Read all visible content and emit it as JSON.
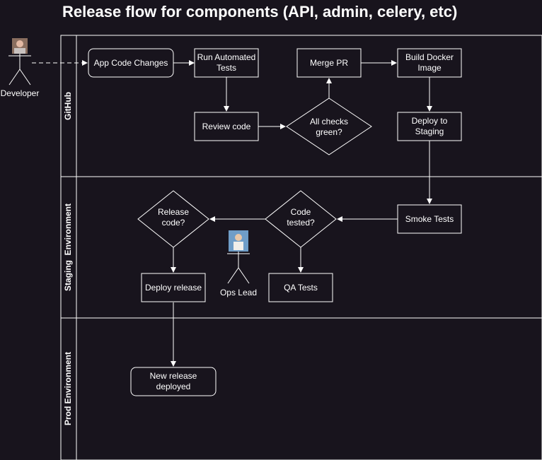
{
  "title": "Release flow for components (API, admin, celery, etc)",
  "lanes": [
    {
      "id": "github",
      "label": "GitHub"
    },
    {
      "id": "staging",
      "label": "Staging  Environment"
    },
    {
      "id": "prod",
      "label": "Prod Environment"
    }
  ],
  "actors": {
    "developer": "Developer",
    "ops_lead": "Ops Lead"
  },
  "nodes": {
    "app_code_changes": [
      "App Code Changes"
    ],
    "run_tests": [
      "Run Automated",
      "Tests"
    ],
    "review_code": [
      "Review code"
    ],
    "all_checks": [
      "All checks",
      "green?"
    ],
    "merge_pr": [
      "Merge PR"
    ],
    "build_docker": [
      "Build Docker",
      "Image"
    ],
    "deploy_staging": [
      "Deploy to",
      "Staging"
    ],
    "smoke_tests": [
      "Smoke Tests"
    ],
    "code_tested": [
      "Code",
      "tested?"
    ],
    "qa_tests": [
      "QA Tests"
    ],
    "release_code": [
      "Release",
      "code?"
    ],
    "deploy_release": [
      "Deploy release"
    ],
    "new_release": [
      "New release",
      "deployed"
    ]
  },
  "colors": {
    "background": "#18141d",
    "stroke": "#ffffff",
    "text": "#ffffff"
  }
}
